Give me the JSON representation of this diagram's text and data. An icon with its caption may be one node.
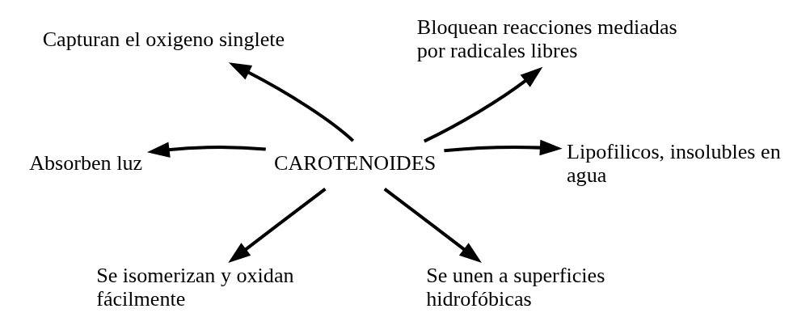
{
  "diagram": {
    "nodes": [
      {
        "text": [
          "Capturan el oxigeno singlete"
        ]
      },
      {
        "text": [
          "Bloquean reacciones mediadas por radicales libres"
        ]
      },
      {
        "text": [
          "Absorben luz"
        ]
      },
      {
        "text": [
          "CAROTENOIDES"
        ]
      },
      {
        "text": [
          "Lipofilicos, insolubles en agua"
        ]
      },
      {
        "text": [
          "Se isomerizan y oxidan fácilmente"
        ]
      },
      {
        "text": [
          "Se unen a superficies hidrofóbicas"
        ]
      }
    ],
    "edges": [
      {
        "from": 3,
        "to": 0,
        "arrow": "to"
      },
      {
        "from": 3,
        "to": 1,
        "arrow": "to"
      },
      {
        "from": 3,
        "to": 2,
        "arrow": "to"
      },
      {
        "from": 3,
        "to": 4,
        "arrow": "to"
      },
      {
        "from": 3,
        "to": 5,
        "arrow": "to"
      },
      {
        "from": 3,
        "to": 6,
        "arrow": "to"
      }
    ]
  }
}
